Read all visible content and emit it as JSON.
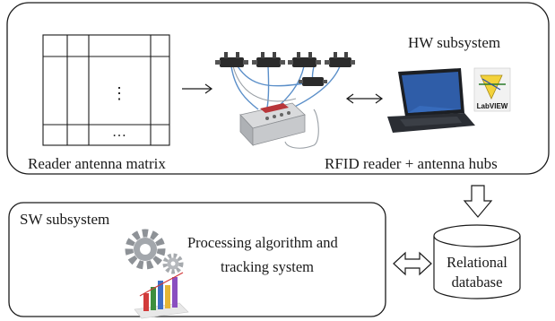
{
  "hw": {
    "title": "HW subsystem",
    "matrix_label": "Reader antenna matrix",
    "reader_label": "RFID reader + antenna hubs",
    "matrix_vdots": "⋮",
    "matrix_hdots": "…",
    "labview_text": "LabVIEW"
  },
  "sw": {
    "title": "SW subsystem",
    "algorithm_line1": "Processing algorithm and",
    "algorithm_line2": "tracking system"
  },
  "database": {
    "line1": "Relational",
    "line2": "database"
  },
  "colors": {
    "outline": "#1a1a1a",
    "cable_blue": "#5b8fc9",
    "reader_red": "#b8363a",
    "chart_bars": [
      "#d23b3b",
      "#3d8f3d",
      "#3f6fc6",
      "#e5b636",
      "#8a4fc0"
    ]
  },
  "icons": [
    "laptop-icon",
    "labview-icon",
    "gear-icon",
    "bar-chart-icon",
    "rfid-reader-icon",
    "antenna-hub-icon"
  ]
}
